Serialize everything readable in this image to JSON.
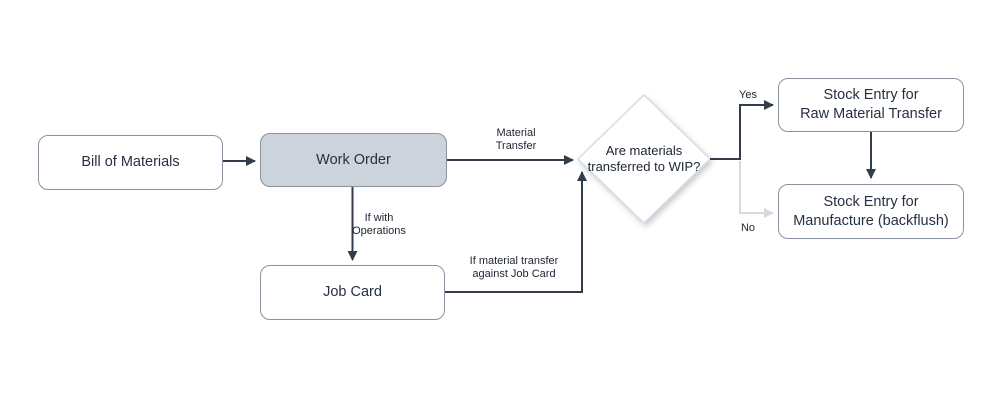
{
  "diagram": {
    "nodes": {
      "bill_of_materials": {
        "label": "Bill of Materials"
      },
      "work_order": {
        "label": "Work Order"
      },
      "job_card": {
        "label": "Job Card"
      },
      "wip_decision": {
        "lines": [
          "Are materials",
          "transferred to WIP?"
        ]
      },
      "stock_entry_raw_material": {
        "lines": [
          "Stock Entry for",
          "Raw Material Transfer"
        ]
      },
      "stock_entry_manufacture": {
        "lines": [
          "Stock Entry for",
          "Manufacture (backflush)"
        ]
      }
    },
    "edge_labels": {
      "material_transfer": "Material Transfer",
      "if_with_operations": "If with Operations",
      "if_material_transfer_job_card": "If material transfer against Job Card",
      "yes": "Yes",
      "no": "No"
    },
    "colors": {
      "arrow-dark": "#333d4a",
      "arrow-light": "#d6dade",
      "node-border": "#8a93a0",
      "node-fill": "#ffffff",
      "work-order-fill": "#ccd3da",
      "decision-border": "#d9dde2",
      "text-dark": "#263040",
      "label-dark": "#1c2430",
      "background": "#ffffff"
    }
  }
}
